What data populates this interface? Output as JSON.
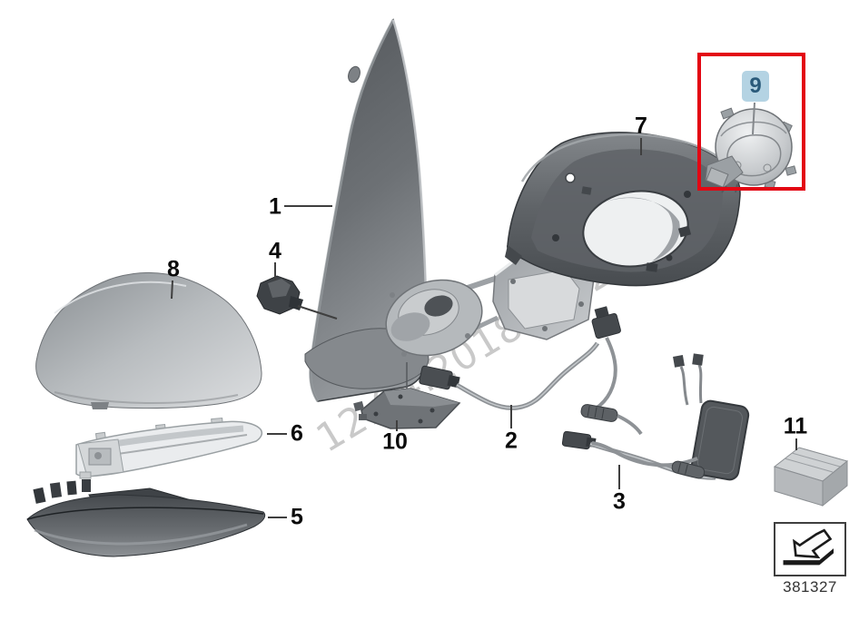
{
  "watermark": {
    "text": "12.04.2018 9:32:48"
  },
  "callouts": [
    {
      "number": "1"
    },
    {
      "number": "2"
    },
    {
      "number": "3"
    },
    {
      "number": "4"
    },
    {
      "number": "5"
    },
    {
      "number": "6"
    },
    {
      "number": "7"
    },
    {
      "number": "8"
    },
    {
      "number": "9"
    },
    {
      "number": "10"
    },
    {
      "number": "11"
    }
  ],
  "highlight": {
    "callout_number": "9",
    "box_color": "#e30613",
    "label_bg": "#b4d3e3",
    "label_text_color": "#2a5a7a"
  },
  "footer": {
    "diagram_number": "381327",
    "icon": "page-arrow-icon"
  }
}
